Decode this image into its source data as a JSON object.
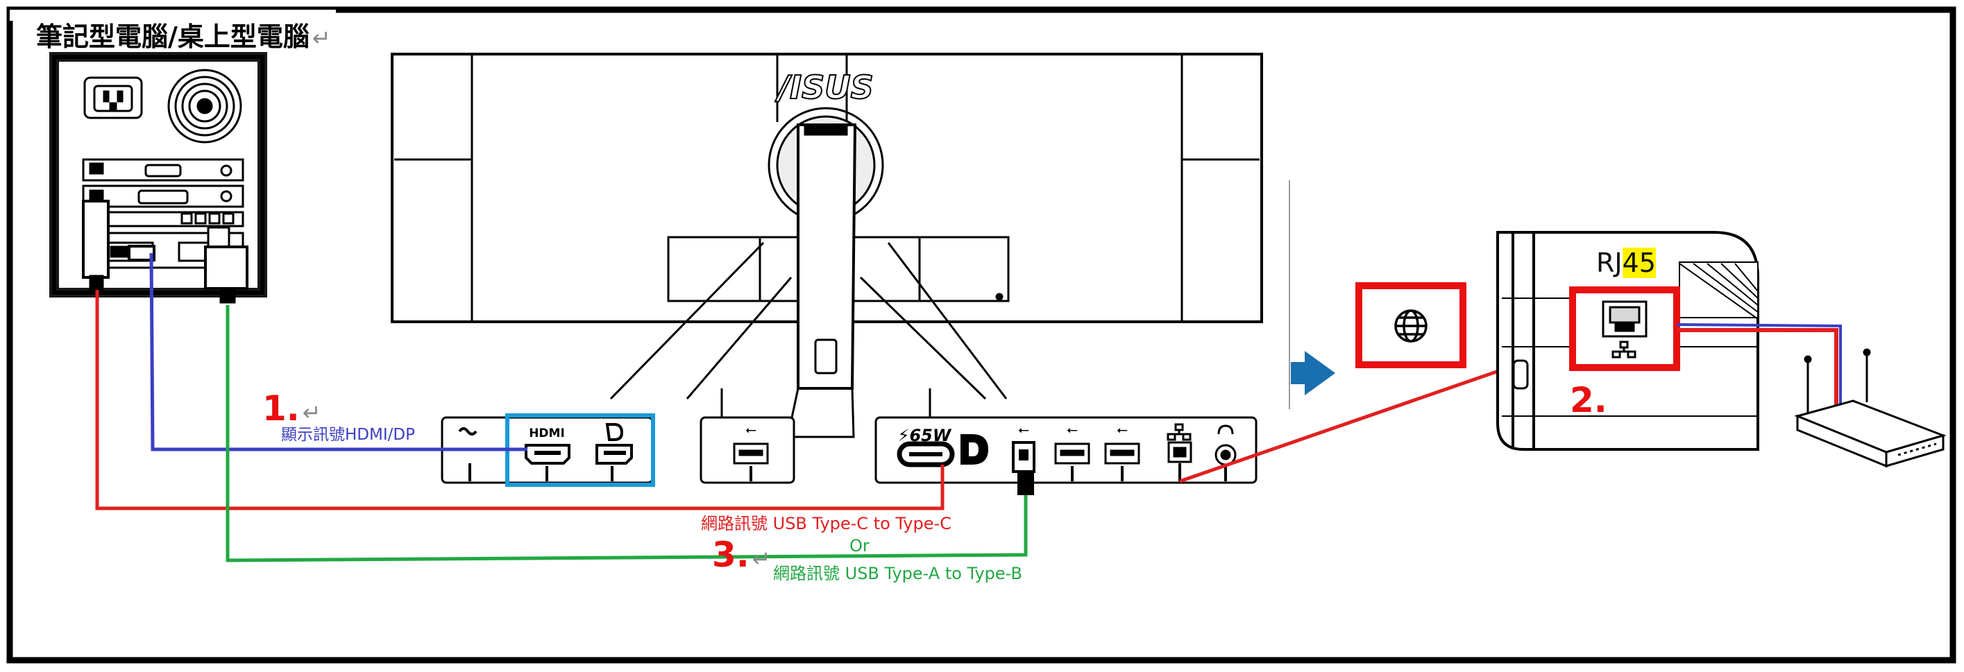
{
  "pc_title": "筆記型電腦/桌上型電腦",
  "brand_logo": "/ISUS",
  "steps": {
    "step1_number": "1.",
    "step1_desc": "顯示訊號HDMI/DP",
    "step2_number": "2.",
    "step3_number": "3."
  },
  "connections": {
    "usb_c_label": "網路訊號  USB Type-C to Type-C",
    "or_label": "Or",
    "usb_b_label": "網路訊號  USB Type-A to Type-B"
  },
  "ports": {
    "hdmi_label": "HDMI",
    "usbc_power_label": "⚡65W",
    "rj45_prefix": "RJ",
    "rj45_suffix": "45"
  },
  "icons": [
    "ac-power-icon",
    "hdmi-icon",
    "displayport-icon",
    "usb-icon",
    "ethernet-icon",
    "headphone-icon",
    "globe-icon",
    "arrow-right-icon",
    "router-icon"
  ],
  "colors": {
    "hdmi_dp_cable": "#3b3fc4",
    "usb_c_cable": "#e02020",
    "usb_b_cable": "#22a843",
    "highlight_box": "#e81010",
    "port_group_box": "#1a9ad8",
    "arrow": "#1a6faf",
    "rj45_highlight": "#fff200"
  }
}
